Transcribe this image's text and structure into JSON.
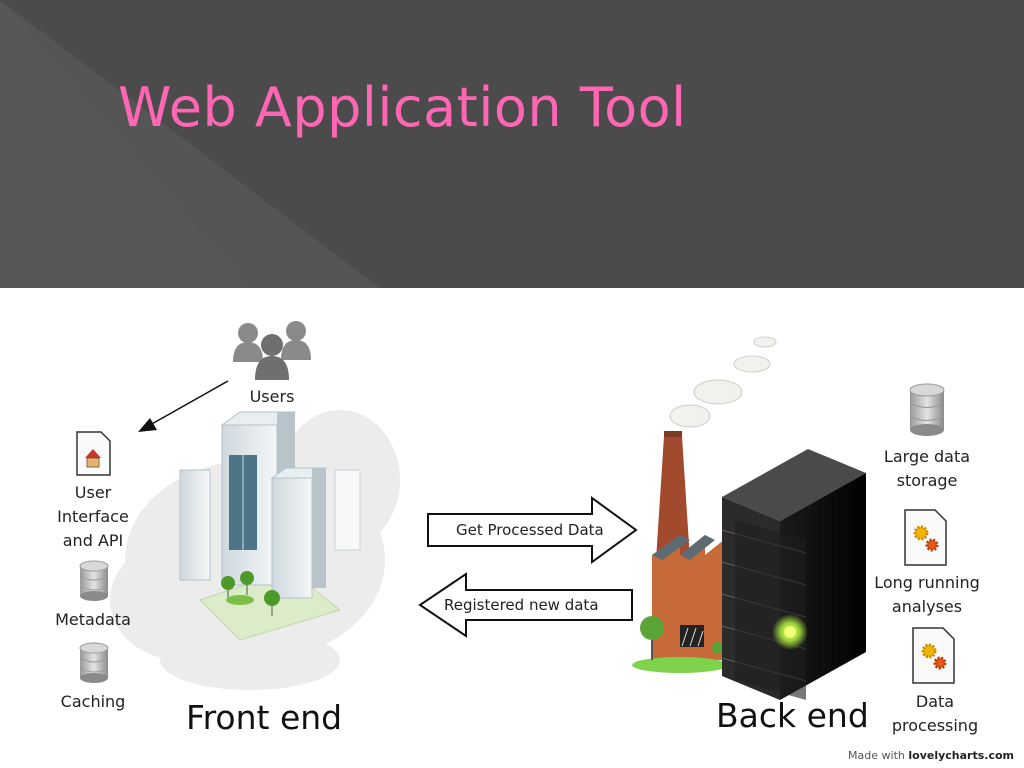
{
  "title": "Web Application Tool",
  "header_bg": "#4b4b4b",
  "title_color": "#ff66b3",
  "front": {
    "users_label": "Users",
    "ui_label": "User\nInterface\nand API",
    "metadata_label": "Metadata",
    "caching_label": "Caching",
    "section_label": "Front end"
  },
  "arrows": {
    "get": "Get Processed Data",
    "registered": "Registered new data"
  },
  "back": {
    "section_label": "Back end",
    "storage_label": "Large data\nstorage",
    "analyses_label": "Long running\nanalyses",
    "processing_label": "Data\nprocessing"
  },
  "credit": {
    "prefix": "Made with",
    "brand": "lovelycharts.com"
  },
  "icons": [
    "users-icon",
    "document-home-icon",
    "database-icon",
    "gear-document-icon",
    "building-icon",
    "factory-icon",
    "server-icon"
  ]
}
